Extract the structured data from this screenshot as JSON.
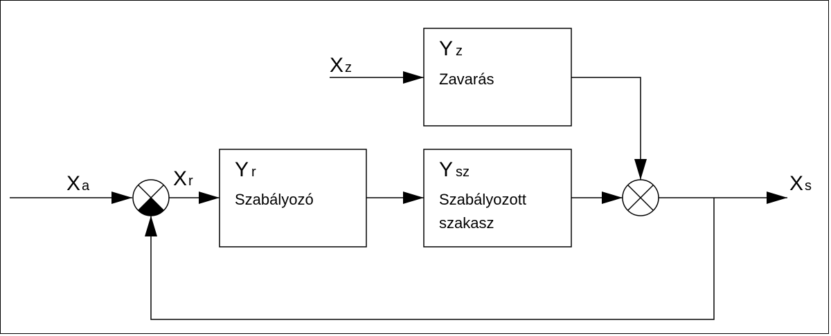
{
  "signals": {
    "xa": {
      "main": "X",
      "sub": "a"
    },
    "xr": {
      "main": "X",
      "sub": "r"
    },
    "xz": {
      "main": "X",
      "sub": "z"
    },
    "xs": {
      "main": "X",
      "sub": "s"
    }
  },
  "blocks": {
    "disturbance": {
      "symbol_main": "Y",
      "symbol_sub": "z",
      "label": "Zavarás"
    },
    "controller": {
      "symbol_main": "Y",
      "symbol_sub": "r",
      "label": "Szabályozó"
    },
    "plant": {
      "symbol_main": "Y",
      "symbol_sub": "sz",
      "label_line1": "Szabályozott",
      "label_line2": "szakasz"
    }
  }
}
